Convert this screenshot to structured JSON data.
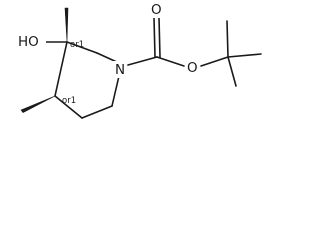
{
  "molecule": {
    "atoms": {
      "hydroxyl": "HO",
      "ring_nitrogen": "N",
      "ester_oxygen": "O",
      "carbonyl_oxygen": "O"
    },
    "stereo_labels": {
      "c3": "or1",
      "c4": "or1"
    }
  }
}
